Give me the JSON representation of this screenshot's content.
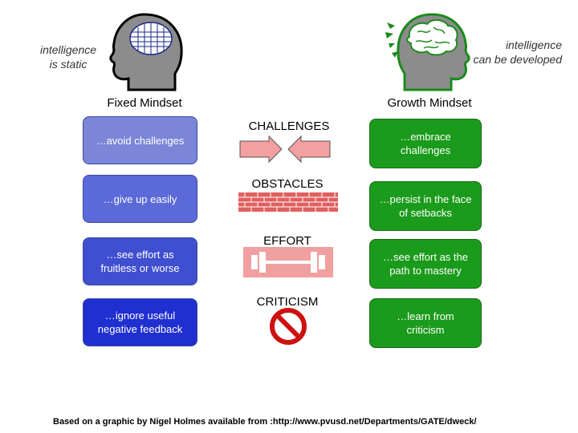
{
  "fixed": {
    "note": [
      "intelligence",
      "is static"
    ],
    "heading": "Fixed Mindset",
    "items": [
      "…avoid challenges",
      "…give up easily",
      "…see effort as fruitless or worse",
      "…ignore useful negative feedback"
    ]
  },
  "growth": {
    "note": [
      "intelligence",
      "can be developed"
    ],
    "heading": "Growth Mindset",
    "items": [
      "…embrace challenges",
      "…persist in the face of setbacks",
      "…see effort as the path to mastery",
      "…learn from criticism"
    ]
  },
  "center": {
    "labels": [
      "CHALLENGES",
      "OBSTACLES",
      "EFFORT",
      "CRITICISM"
    ]
  },
  "credit": "Based on a graphic by Nigel Holmes available from :http://www.pvusd.net/Departments/GATE/dweck/",
  "colors": {
    "fixed_box_1": "#7b86d8",
    "fixed_box_2": "#5b6ad8",
    "fixed_box_3": "#3f4fd0",
    "fixed_box_4": "#1f2fd0",
    "growth_box": "#1b9b1b",
    "head_fixed_outline": "#000000",
    "head_growth_outline": "#1b8a1b",
    "head_fill": "#8c8c8c",
    "arrow_fill": "#f4a0a0",
    "brick_color": "#d84040",
    "no_sign": "#cc1111"
  },
  "icons": [
    "fixed-head-icon",
    "growth-head-icon",
    "arrows-icon",
    "brick-wall-icon",
    "dumbbell-icon",
    "no-sign-icon"
  ]
}
